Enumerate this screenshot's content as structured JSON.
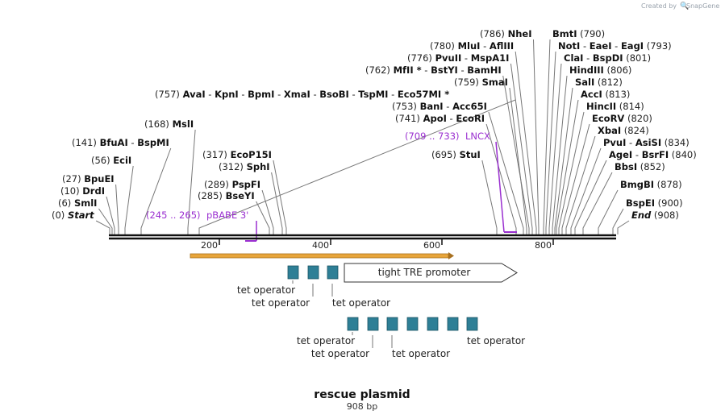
{
  "credit": {
    "created_by": "Created by",
    "product": "SnapGene"
  },
  "map": {
    "name": "rescue plasmid",
    "length_label": "908 bp",
    "ruler_ticks": [
      "200",
      "400",
      "600",
      "800"
    ],
    "colors": {
      "backbone": "#111111",
      "operator_box": "#2e7f96",
      "feature_text": "#9a2fd0",
      "orf_arrow": "#e8a53a"
    }
  },
  "sites": [
    {
      "pos": "(0)",
      "names": [
        "Start"
      ],
      "italic": true
    },
    {
      "pos": "(6)",
      "names": [
        "SmlI"
      ]
    },
    {
      "pos": "(10)",
      "names": [
        "DrdI"
      ]
    },
    {
      "pos": "(27)",
      "names": [
        "BpuEI"
      ]
    },
    {
      "pos": "(56)",
      "names": [
        "EciI"
      ]
    },
    {
      "pos": "(141)",
      "names": [
        "BfuAI",
        "BspMI"
      ]
    },
    {
      "pos": "(168)",
      "names": [
        "MslI"
      ]
    },
    {
      "pos": "(757)",
      "names": [
        "AvaI",
        "KpnI",
        "BpmI",
        "XmaI",
        "BsoBI",
        "TspMI",
        "Eco57MI *"
      ]
    },
    {
      "pos": "(317)",
      "names": [
        "EcoP15I"
      ]
    },
    {
      "pos": "(312)",
      "names": [
        "SphI"
      ]
    },
    {
      "pos": "(289)",
      "names": [
        "PspFI"
      ]
    },
    {
      "pos": "(285)",
      "names": [
        "BseYI"
      ]
    },
    {
      "pos": "(695)",
      "names": [
        "StuI"
      ]
    },
    {
      "pos": "(741)",
      "names": [
        "ApoI",
        "EcoRI"
      ]
    },
    {
      "pos": "(753)",
      "names": [
        "BanI",
        "Acc65I"
      ]
    },
    {
      "pos": "(759)",
      "names": [
        "SmaI"
      ]
    },
    {
      "pos": "(762)",
      "names": [
        "MfII *",
        "BstYI",
        "BamHI"
      ]
    },
    {
      "pos": "(776)",
      "names": [
        "PvuII",
        "MspA1I"
      ]
    },
    {
      "pos": "(780)",
      "names": [
        "MluI",
        "AflIII"
      ]
    },
    {
      "pos": "(786)",
      "names": [
        "NheI"
      ]
    },
    {
      "pos": "(790)",
      "names": [
        "BmtI"
      ]
    },
    {
      "pos": "(793)",
      "names": [
        "NotI",
        "EaeI",
        "EagI"
      ]
    },
    {
      "pos": "(801)",
      "names": [
        "ClaI",
        "BspDI"
      ]
    },
    {
      "pos": "(806)",
      "names": [
        "HindIII"
      ]
    },
    {
      "pos": "(812)",
      "names": [
        "SalI"
      ]
    },
    {
      "pos": "(813)",
      "names": [
        "AccI"
      ]
    },
    {
      "pos": "(814)",
      "names": [
        "HincII"
      ]
    },
    {
      "pos": "(820)",
      "names": [
        "EcoRV"
      ]
    },
    {
      "pos": "(824)",
      "names": [
        "XbaI"
      ]
    },
    {
      "pos": "(834)",
      "names": [
        "PvuI",
        "AsiSI"
      ]
    },
    {
      "pos": "(840)",
      "names": [
        "AgeI",
        "BsrFI"
      ]
    },
    {
      "pos": "(852)",
      "names": [
        "BbsI"
      ]
    },
    {
      "pos": "(878)",
      "names": [
        "BmgBI"
      ]
    },
    {
      "pos": "(900)",
      "names": [
        "BspEI"
      ]
    },
    {
      "pos": "(908)",
      "names": [
        "End"
      ],
      "italic": true
    }
  ],
  "primers": [
    {
      "range": "(245 .. 265)",
      "name": "pBABE 3'"
    },
    {
      "range": "(709 .. 733)",
      "name": "LNCX"
    }
  ],
  "features": {
    "promoter": "tight TRE promoter",
    "operator_row1": [
      "tet operator",
      "tet operator",
      "tet operator"
    ],
    "operator_row2": [
      "tet operator",
      "tet operator",
      "tet operator",
      "tet operator"
    ]
  }
}
